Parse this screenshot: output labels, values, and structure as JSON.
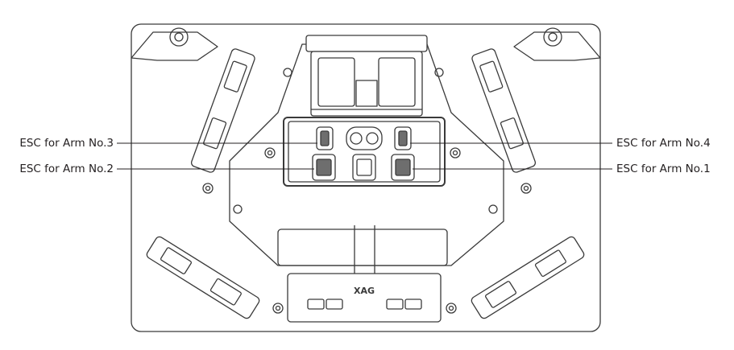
{
  "labels": {
    "arm3": "ESC for Arm No.3",
    "arm2": "ESC for Arm No.2",
    "arm4": "ESC for Arm No.4",
    "arm1": "ESC for Arm No.1"
  },
  "brand": "XAG",
  "colors": {
    "line": "#3a3a3a",
    "fill": "#ffffff",
    "dark_fill": "#6e6e6e",
    "text": "#231f20"
  }
}
